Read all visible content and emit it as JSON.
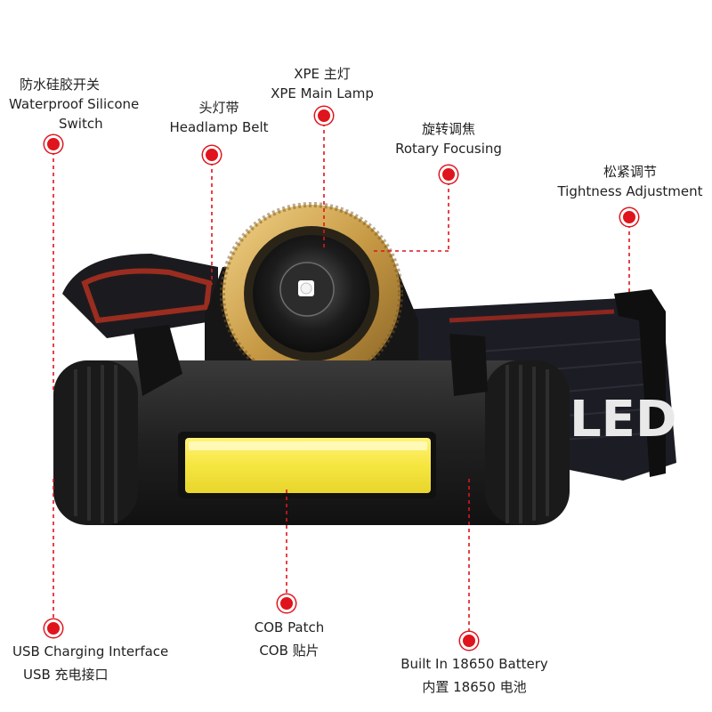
{
  "accent_color": "#e0141c",
  "callouts": [
    {
      "id": "switch",
      "lines": [
        "防水硅胶开关",
        "Waterproof Silicone",
        "Switch"
      ]
    },
    {
      "id": "belt",
      "lines": [
        "头灯带",
        "Headlamp Belt"
      ]
    },
    {
      "id": "xpe",
      "lines": [
        "XPE 主灯",
        "XPE Main Lamp"
      ]
    },
    {
      "id": "rotary",
      "lines": [
        "旋转调焦",
        "Rotary Focusing"
      ]
    },
    {
      "id": "tightness",
      "lines": [
        "松紧调节",
        "Tightness Adjustment"
      ]
    },
    {
      "id": "usb",
      "lines": [
        "USB Charging Interface",
        "USB 充电接口"
      ]
    },
    {
      "id": "cob",
      "lines": [
        "COB Patch",
        "COB 贴片"
      ]
    },
    {
      "id": "battery",
      "lines": [
        "Built In 18650 Battery",
        "内置 18650 电池"
      ]
    }
  ],
  "band_text": "LED"
}
